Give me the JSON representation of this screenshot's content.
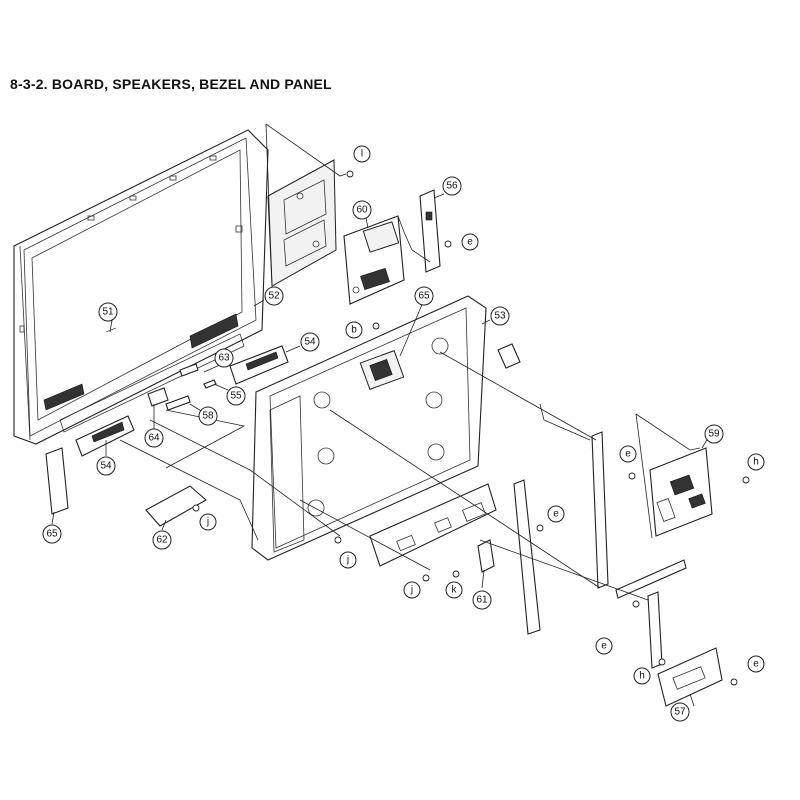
{
  "title": "8-3-2. BOARD, SPEAKERS, BEZEL AND PANEL",
  "callouts": [
    {
      "label": "51"
    },
    {
      "label": "52"
    },
    {
      "label": "53"
    },
    {
      "label": "54"
    },
    {
      "label": "54"
    },
    {
      "label": "55"
    },
    {
      "label": "56"
    },
    {
      "label": "57"
    },
    {
      "label": "58"
    },
    {
      "label": "59"
    },
    {
      "label": "60"
    },
    {
      "label": "61"
    },
    {
      "label": "62"
    },
    {
      "label": "63"
    },
    {
      "label": "64"
    },
    {
      "label": "65"
    },
    {
      "label": "65"
    },
    {
      "label": "l"
    },
    {
      "label": "b"
    },
    {
      "label": "e"
    },
    {
      "label": "e"
    },
    {
      "label": "e"
    },
    {
      "label": "e"
    },
    {
      "label": "e"
    },
    {
      "label": "h"
    },
    {
      "label": "h"
    },
    {
      "label": "j"
    },
    {
      "label": "j"
    },
    {
      "label": "j"
    },
    {
      "label": "k"
    }
  ]
}
